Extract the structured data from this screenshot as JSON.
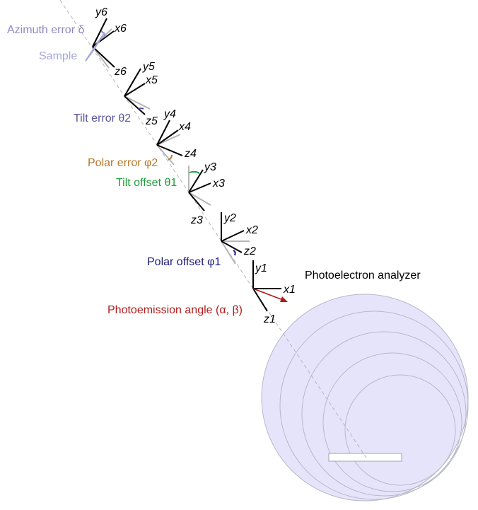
{
  "labels": {
    "analyzer": "Photoelectron analyzer",
    "sample": "Sample",
    "azimuth_error": "Azimuth error δ",
    "tilt_error": "Tilt error θ2",
    "polar_error": "Polar error φ2",
    "tilt_offset": "Tilt offset θ1",
    "polar_offset": "Polar offset φ1",
    "photoemission_angle": "Photoemission angle (α, β)"
  },
  "frames": [
    {
      "x": "x1",
      "y": "y1",
      "z": "z1"
    },
    {
      "x": "x2",
      "y": "y2",
      "z": "z2"
    },
    {
      "x": "x3",
      "y": "y3",
      "z": "z3"
    },
    {
      "x": "x4",
      "y": "y4",
      "z": "z4"
    },
    {
      "x": "x5",
      "y": "y5",
      "z": "z5"
    },
    {
      "x": "x6",
      "y": "y6",
      "z": "z6"
    }
  ],
  "colors": {
    "analyzer_fill": "#e6e4fb",
    "analyzer_ring": "#b8b8c8",
    "ghost_axis": "#b5b5b5",
    "axis": "#000000",
    "sample": "#a9a6d9",
    "azimuth_error": "#8c88c4",
    "tilt_error": "#5a56a0",
    "polar_error": "#b8772a",
    "tilt_offset": "#1f9e3c",
    "polar_offset": "#1c1a78",
    "photoemission_angle": "#b01c1c"
  }
}
